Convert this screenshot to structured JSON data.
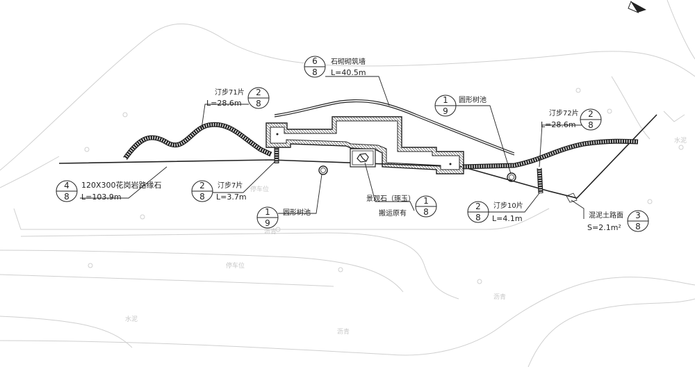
{
  "callouts": {
    "stone_wall": {
      "name": "石砌砌筑墙",
      "length": "L=40.5m",
      "ref_top": "6",
      "ref_bottom": "8"
    },
    "stepping_71": {
      "name": "汀步71片",
      "length": "L=28.6m",
      "ref_top": "2",
      "ref_bottom": "8"
    },
    "round_pool_top": {
      "name": "圆形树池",
      "ref_top": "1",
      "ref_bottom": "9"
    },
    "stepping_72": {
      "name": "汀步72片",
      "length": "L=28.6m",
      "ref_top": "2",
      "ref_bottom": "8"
    },
    "curb_stone": {
      "name": "120X300花岗岩路缘石",
      "length": "L=103.9m",
      "ref_top": "4",
      "ref_bottom": "8"
    },
    "stepping_7": {
      "name": "汀步7片",
      "length": "L=3.7m",
      "ref_top": "2",
      "ref_bottom": "8"
    },
    "round_pool_bottom": {
      "name": "圆形树池",
      "ref_top": "1",
      "ref_bottom": "9"
    },
    "landscape_stone": {
      "name": "景观石（琢玉）",
      "note": "搬运原有",
      "ref_top": "1",
      "ref_bottom": "8"
    },
    "stepping_10": {
      "name": "汀步10片",
      "length": "L=4.1m",
      "ref_top": "2",
      "ref_bottom": "8"
    },
    "concrete_pave": {
      "name": "混泥土路面",
      "area": "S=2.1m²",
      "ref_top": "3",
      "ref_bottom": "8"
    }
  },
  "background_labels": {
    "parking_1": "停车位",
    "parking_2": "停车位",
    "asphalt_1": "沥青",
    "asphalt_2": "沥青",
    "asphalt_3": "沥青",
    "cement_1": "水泥",
    "cement_2": "水泥"
  },
  "icons": {
    "north_arrow": "north-arrow-icon",
    "tree_symbol": "tree-icon",
    "landscape_stone": "rock-icon"
  },
  "colors": {
    "line": "#222222",
    "ghost": "#c9c9c9"
  }
}
